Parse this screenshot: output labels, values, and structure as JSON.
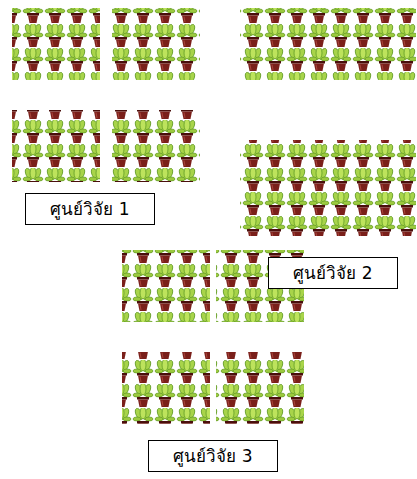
{
  "diagram": {
    "nodes": [
      {
        "text": [
          "ศูนย์วิจัย 1"
        ]
      },
      {
        "text": [
          "ศูนย์วิจัย 2"
        ]
      },
      {
        "text": [
          "ศูนย์วิจัย 3"
        ]
      }
    ]
  }
}
